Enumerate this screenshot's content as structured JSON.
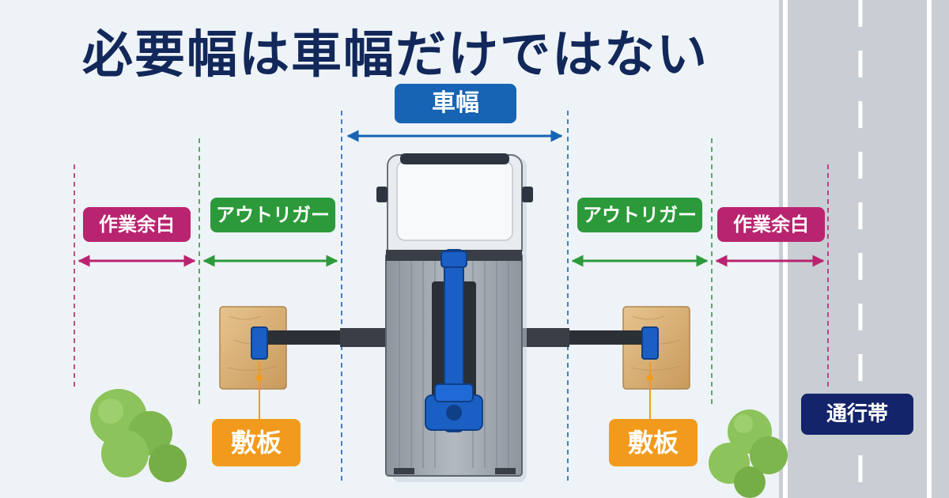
{
  "title": "必要幅は車幅だけではない",
  "labels": {
    "vehicle_width": "車幅",
    "work_margin_left": "作業余白",
    "work_margin_right": "作業余白",
    "outrigger_left": "アウトリガー",
    "outrigger_right": "アウトリガー",
    "plate_left": "敷板",
    "plate_right": "敷板",
    "traffic_lane": "通行帯"
  },
  "colors": {
    "title": "#12285a",
    "vehicle_width": "#1763b4",
    "work_margin": "#b8246f",
    "outrigger": "#2c9a3a",
    "plate": "#f29a1c",
    "traffic_lane": "#13246a",
    "crane_boom": "#1a5fc4",
    "road": "#c9ced4"
  },
  "icons": [
    "truck-icon",
    "crane-icon",
    "outrigger-pad-icon",
    "tree-icon"
  ]
}
